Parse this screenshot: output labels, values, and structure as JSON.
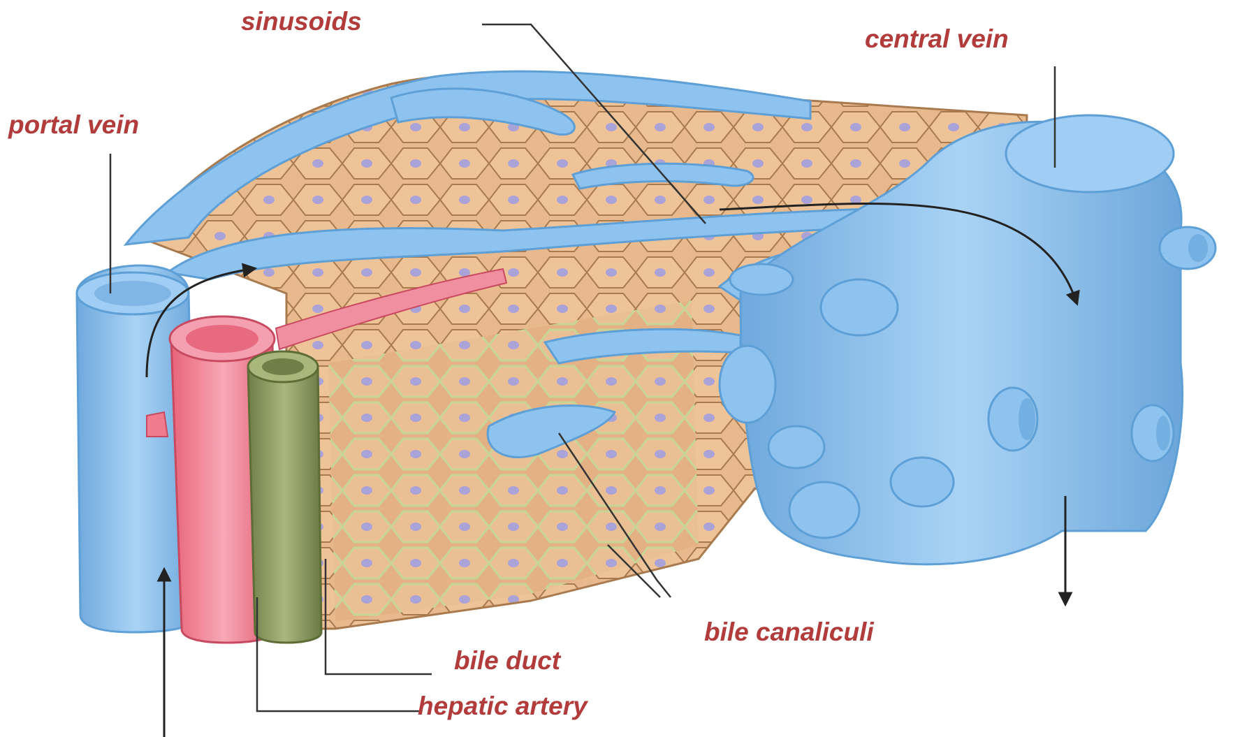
{
  "labels": {
    "sinusoids": "sinusoids",
    "central_vein": "central vein",
    "portal_vein": "portal vein",
    "bile_canaliculi": "bile canaliculi",
    "bile_duct": "bile duct",
    "hepatic_artery": "hepatic artery"
  },
  "colors": {
    "label_text": "#b23b3b",
    "vein_blue": "#8ec3ef",
    "vein_blue_dark": "#5e9fd6",
    "liver_cell_tan": "#e8b98c",
    "cell_border": "#a87a4e",
    "nucleus_purple": "#a9a3d8",
    "artery_pink": "#f07a8e",
    "bile_duct_green": "#8b9a62",
    "canaliculi_green": "#c8d99a",
    "leader_line": "#333333"
  }
}
